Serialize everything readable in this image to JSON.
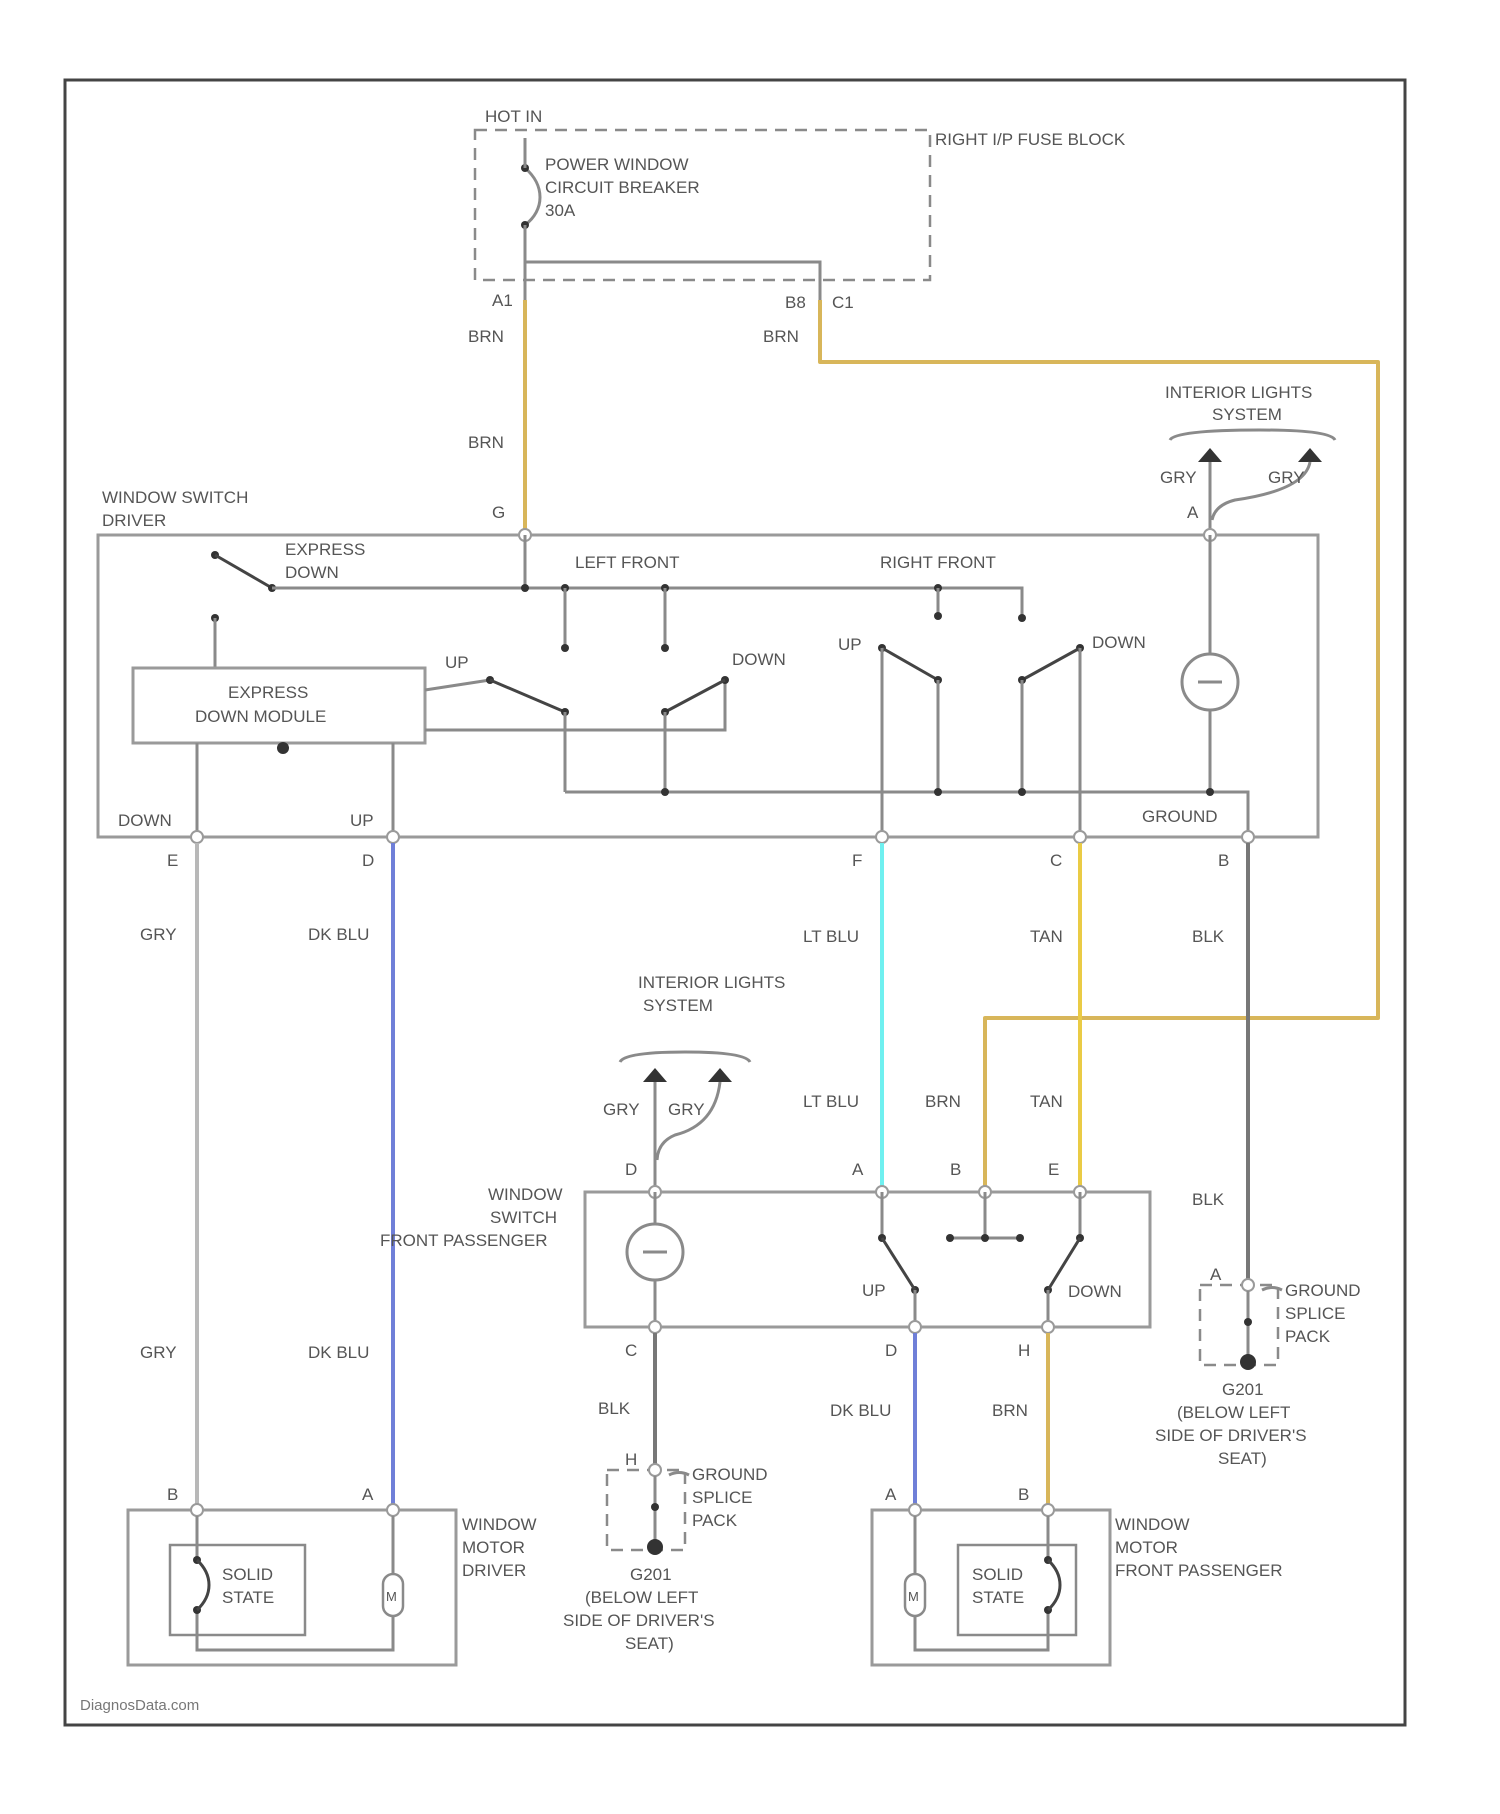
{
  "colors": {
    "brn": "#d8b65a",
    "dk_blu": "#6f7fd8",
    "lt_blu": "#6ff0f0",
    "tan": "#eacb45",
    "blk": "#777777",
    "gry": "#b8b8b8"
  },
  "labels": {
    "hot": "HOT IN",
    "fuse_block": "RIGHT I/P FUSE BLOCK",
    "breaker": [
      "POWER WINDOW",
      "CIRCUIT BREAKER",
      "30A"
    ],
    "pin_a1": "A1",
    "pin_b8": "B8",
    "pin_c1": "C1",
    "brn": "BRN",
    "interior_lights": [
      "INTERIOR LIGHTS",
      "SYSTEM"
    ],
    "gry": "GRY",
    "driver_switch": [
      "WINDOW SWITCH",
      "DRIVER"
    ],
    "express_down": [
      "EXPRESS",
      "DOWN"
    ],
    "left_front": "LEFT FRONT",
    "right_front": "RIGHT FRONT",
    "up": "UP",
    "down": "DOWN",
    "module": [
      "EXPRESS",
      "DOWN MODULE"
    ],
    "ground": "GROUND",
    "dk_blu": "DK BLU",
    "lt_blu": "LT BLU",
    "tan": "TAN",
    "blk": "BLK",
    "pass_switch": [
      "WINDOW",
      "SWITCH",
      "FRONT PASSENGER"
    ],
    "splice": [
      "GROUND",
      "SPLICE",
      "PACK"
    ],
    "ground_loc": [
      "G201",
      "(BELOW LEFT",
      "SIDE OF DRIVER'S",
      "SEAT)"
    ],
    "motor_driver": [
      "WINDOW",
      "MOTOR",
      "DRIVER"
    ],
    "motor_pass": [
      "WINDOW",
      "MOTOR",
      "FRONT PASSENGER"
    ],
    "solid_state": [
      "SOLID",
      "STATE"
    ],
    "motor_m": "M",
    "pin_a": "A",
    "pin_b": "B",
    "pin_c": "C",
    "pin_d": "D",
    "pin_e": "E",
    "pin_f": "F",
    "pin_g": "G",
    "pin_h": "H",
    "watermark": "DiagnosData.com"
  }
}
